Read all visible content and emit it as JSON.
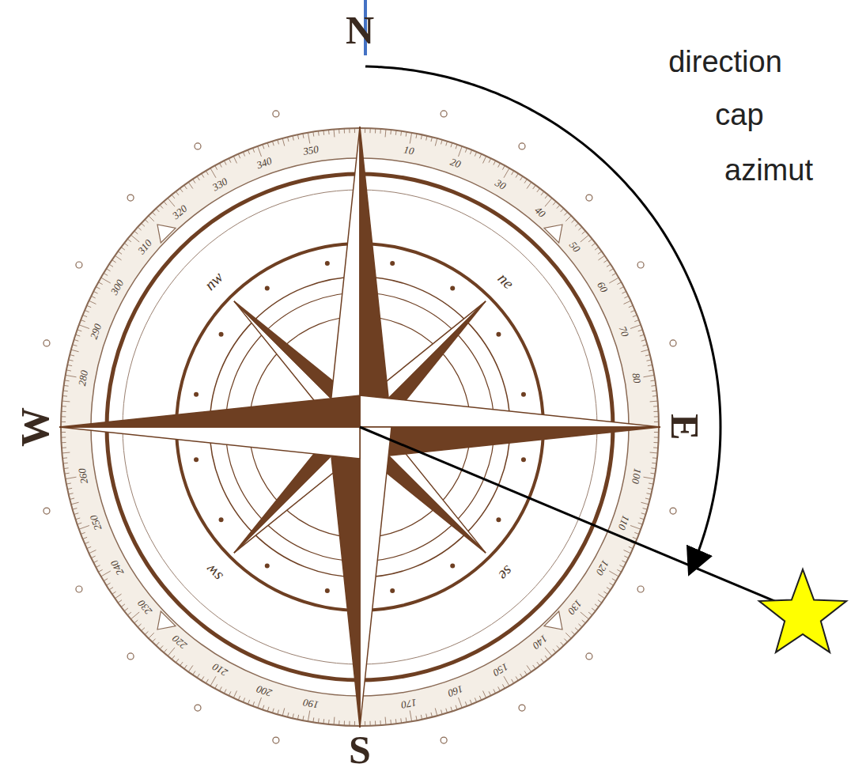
{
  "diagram": {
    "labels": [
      "direction",
      "cap",
      "azimut",
      "N",
      "E",
      "S",
      "W",
      "nw",
      "ne",
      "se",
      "sw",
      "10",
      "20",
      "30",
      "40",
      "50",
      "60",
      "70",
      "80",
      "100",
      "110",
      "120",
      "130",
      "140",
      "150",
      "160",
      "170",
      "190",
      "200",
      "210",
      "220",
      "230",
      "240",
      "250",
      "260",
      "280",
      "290",
      "300",
      "310",
      "320",
      "330",
      "340",
      "350"
    ]
  }
}
